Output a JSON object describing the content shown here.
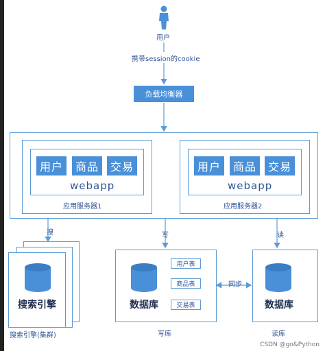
{
  "user": {
    "label": "用户"
  },
  "carry_label": "携带session的cookie",
  "load_balancer": "负载均衡器",
  "servers": [
    {
      "title": "应用服务器1",
      "modules": [
        "用户",
        "商品",
        "交易"
      ],
      "app": "webapp"
    },
    {
      "title": "应用服务器2",
      "modules": [
        "用户",
        "商品",
        "交易"
      ],
      "app": "webapp"
    }
  ],
  "arrow_labels": {
    "search": "搜",
    "write": "写",
    "read": "读",
    "sync": "同步"
  },
  "search_engine": {
    "name": "搜索引擎",
    "caption": "搜索引擎(集群)"
  },
  "write_db": {
    "name": "数据库",
    "tables": [
      "用户表",
      "商品表",
      "交易表"
    ],
    "caption": "写库"
  },
  "read_db": {
    "name": "数据库",
    "caption": "读库"
  },
  "watermark": "CSDN @go&Python",
  "colors": {
    "accent": "#4a90d9",
    "line": "#5b9bd5",
    "text": "#2f5597"
  }
}
